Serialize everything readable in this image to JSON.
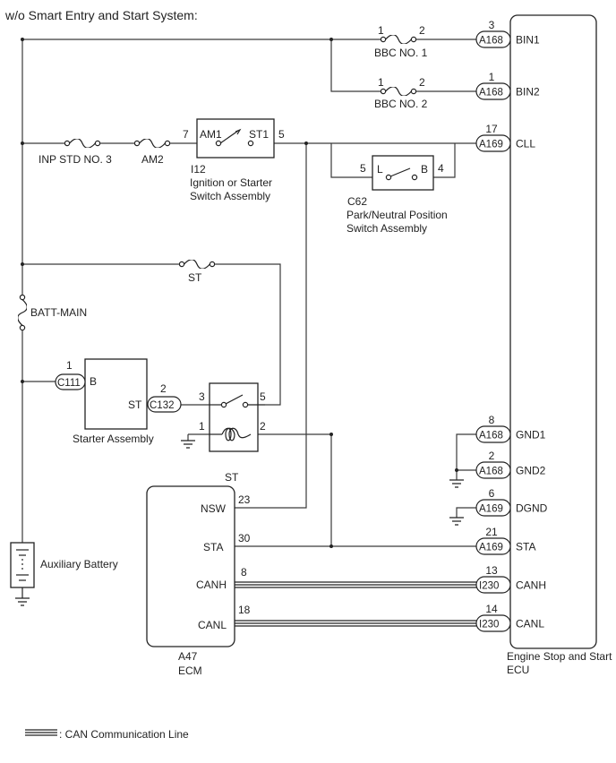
{
  "title": "w/o Smart Entry and Start System:",
  "legend": {
    "label": ": CAN Communication Line"
  },
  "ecu": {
    "name": "Engine Stop and Start ECU",
    "pins": [
      {
        "num": "3",
        "conn": "A168",
        "label": "BIN1"
      },
      {
        "num": "1",
        "conn": "A168",
        "label": "BIN2"
      },
      {
        "num": "17",
        "conn": "A169",
        "label": "CLL"
      },
      {
        "num": "8",
        "conn": "A168",
        "label": "GND1"
      },
      {
        "num": "2",
        "conn": "A168",
        "label": "GND2"
      },
      {
        "num": "6",
        "conn": "A169",
        "label": "DGND"
      },
      {
        "num": "21",
        "conn": "A169",
        "label": "STA"
      },
      {
        "num": "13",
        "conn": "I230",
        "label": "CANH"
      },
      {
        "num": "14",
        "conn": "I230",
        "label": "CANL"
      }
    ]
  },
  "fuses": [
    {
      "label": "BBC NO. 1",
      "pin_in": "1",
      "pin_out": "2"
    },
    {
      "label": "BBC NO. 2",
      "pin_in": "1",
      "pin_out": "2"
    },
    {
      "label": "INP STD NO. 3"
    },
    {
      "label": "AM2"
    },
    {
      "label": "ST"
    },
    {
      "label": "BATT-MAIN"
    }
  ],
  "ignition_switch": {
    "id": "I12",
    "name": "Ignition or Starter Switch Assembly",
    "pin_am1": "AM1",
    "pin_st1": "ST1",
    "num_left": "7",
    "num_right": "5"
  },
  "park_switch": {
    "id": "C62",
    "name": "Park/Neutral Position Switch Assembly",
    "pin_l": "L",
    "pin_b": "B",
    "num_left": "5",
    "num_right": "4"
  },
  "starter": {
    "name": "Starter Assembly",
    "pin_b": "B",
    "pin_st": "ST",
    "conn_b": "C111",
    "conn_st": "C132",
    "num_b": "1",
    "num_st": "2"
  },
  "relay": {
    "name": "ST",
    "pins": {
      "p3": "3",
      "p5": "5",
      "p1": "1",
      "p2": "2"
    }
  },
  "ecm": {
    "id": "A47",
    "name": "ECM",
    "pins": [
      {
        "label": "NSW",
        "num": "23"
      },
      {
        "label": "STA",
        "num": "30"
      },
      {
        "label": "CANH",
        "num": "8"
      },
      {
        "label": "CANL",
        "num": "18"
      }
    ]
  },
  "battery": {
    "name": "Auxiliary Battery"
  }
}
